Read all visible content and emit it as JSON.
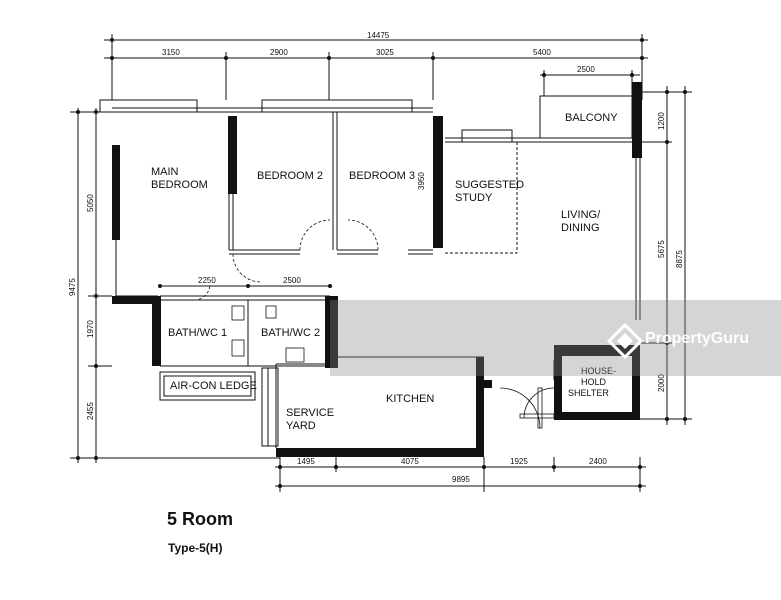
{
  "plan": {
    "title": "5 Room",
    "subtitle": "Type-5(H)",
    "rooms": {
      "main_bedroom": [
        "MAIN",
        "BEDROOM"
      ],
      "bedroom2": "BEDROOM 2",
      "bedroom3": "BEDROOM 3",
      "study": [
        "SUGGESTED",
        "STUDY"
      ],
      "living": [
        "LIVING/",
        "DINING"
      ],
      "balcony": "BALCONY",
      "bath1": "BATH/WC 1",
      "bath2": "BATH/WC 2",
      "aircon": "AIR-CON LEDGE",
      "service": [
        "SERVICE",
        "YARD"
      ],
      "kitchen": "KITCHEN",
      "shelter": [
        "HOUSE-",
        "HOLD",
        "SHELTER"
      ]
    },
    "dimensions": {
      "top_total": "14475",
      "top_segments": [
        "3150",
        "2900",
        "3025",
        "5400"
      ],
      "balcony_width": "2500",
      "bedroom3_depth": "3950",
      "bath_widths": [
        "2250",
        "2500"
      ],
      "left_total": "9475",
      "left_segments": [
        "5050",
        "1970",
        "2455"
      ],
      "right_total": "8875",
      "right_segments": [
        "1200",
        "5675",
        "2000"
      ],
      "bottom_segments": [
        "1495",
        "4075",
        "1925",
        "2400"
      ],
      "bottom_total": "9895"
    }
  },
  "watermark": {
    "brand": "PropertyGuru"
  }
}
